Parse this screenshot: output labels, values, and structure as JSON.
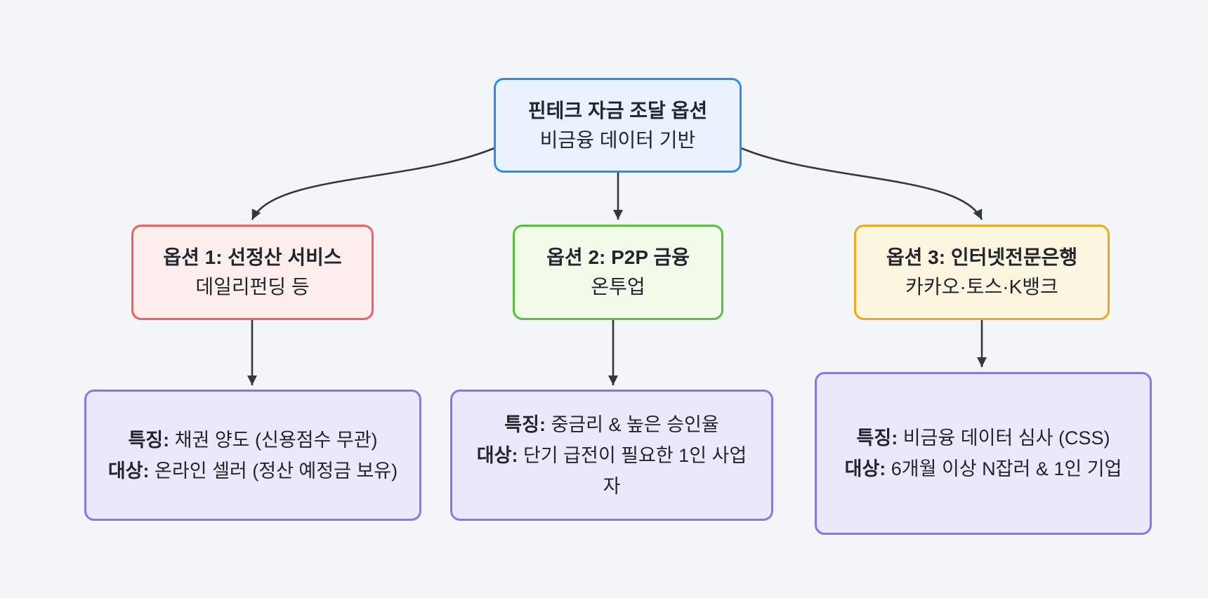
{
  "diagram": {
    "palette": {
      "background": "#f4f5f8",
      "edge_color": "#34383c",
      "text_color": "#22262c",
      "detail_border": "#8678ec",
      "detail_fill": "#e9e9fb"
    },
    "root": {
      "title": "핀테크 자금 조달 옵션",
      "subtitle": "비금융 데이터 기반",
      "border_color": "#2d8cf0",
      "fill_color": "#e9f2fd"
    },
    "options": [
      {
        "title": "옵션 1: 선정산 서비스",
        "subtitle": "데일리펀딩 등",
        "border_color": "#f15f5f",
        "fill_color": "#fdeeee"
      },
      {
        "title": "옵션 2: P2P 금융",
        "subtitle": "온투업",
        "border_color": "#58bf3c",
        "fill_color": "#f3fbea"
      },
      {
        "title": "옵션 3: 인터넷전문은행",
        "subtitle": "카카오·토스·K뱅크",
        "border_color": "#f2a71f",
        "fill_color": "#fcf6e0"
      }
    ],
    "details": [
      {
        "feature_label": "특징:",
        "feature_text": " 채권 양도 (신용점수 무관)",
        "target_label": "대상:",
        "target_text": " 온라인 셀러 (정산 예정금 보유)",
        "border_color": "#8678ec",
        "fill_color": "#e9e9fb"
      },
      {
        "feature_label": "특징:",
        "feature_text": " 중금리 & 높은 승인율",
        "target_label": "대상:",
        "target_text": " 단기 급전이 필요한 1인 사업자",
        "border_color": "#8678ec",
        "fill_color": "#e9e9fb"
      },
      {
        "feature_label": "특징:",
        "feature_text": " 비금융 데이터 심사 (CSS)",
        "target_label": "대상:",
        "target_text": " 6개월 이상 N잡러 & 1인 기업",
        "border_color": "#8678ec",
        "fill_color": "#e9e9fb"
      }
    ]
  }
}
